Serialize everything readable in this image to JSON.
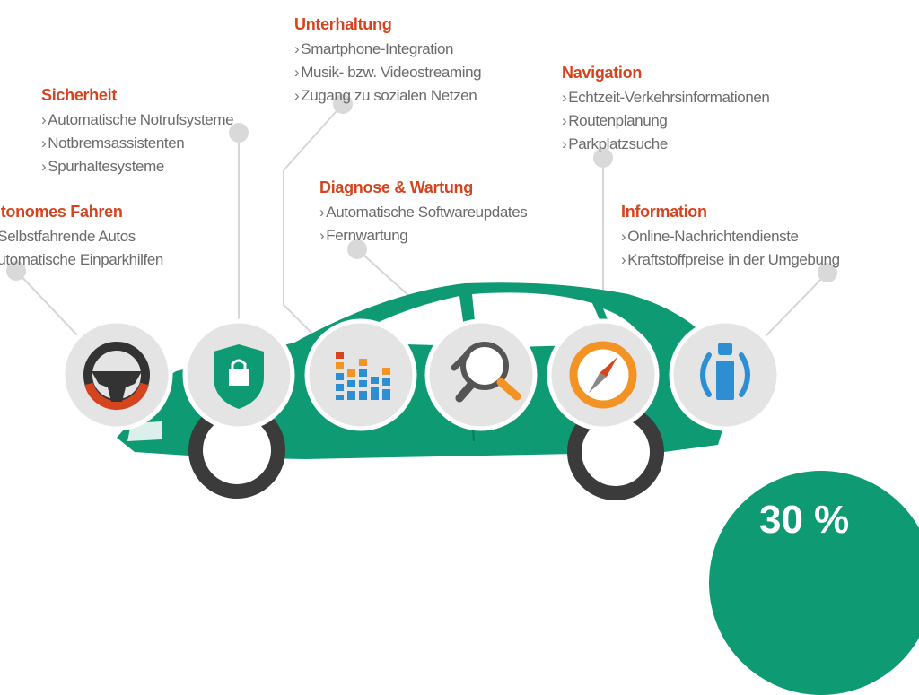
{
  "groups": {
    "autonom": {
      "title": "utonomes Fahren",
      "items": [
        "Selbstfahrende Autos",
        "utomatische Einparkhilfen"
      ]
    },
    "sicherheit": {
      "title": "Sicherheit",
      "items": [
        "Automatische Notrufsysteme",
        "Notbremsassistenten",
        "Spurhaltesysteme"
      ]
    },
    "unterhaltung": {
      "title": "Unterhaltung",
      "items": [
        "Smartphone-Integration",
        "Musik- bzw. Videostreaming",
        "Zugang zu sozialen Netzen"
      ]
    },
    "diagnose": {
      "title": "Diagnose & Wartung",
      "items": [
        "Automatische Softwareupdates",
        "Fernwartung"
      ]
    },
    "navigation": {
      "title": "Navigation",
      "items": [
        "Echtzeit-Verkehrsinformationen",
        "Routenplanung",
        "Parkplatzsuche"
      ]
    },
    "information": {
      "title": "Information",
      "items": [
        "Online-Nachrichtendienste",
        "Kraftstoffpreise in der Umgebung"
      ]
    }
  },
  "stat": {
    "value": "30 %"
  },
  "icons": [
    "steering-wheel-icon",
    "shield-lock-icon",
    "equalizer-icon",
    "magnifier-wrench-icon",
    "compass-icon",
    "info-icon"
  ],
  "colors": {
    "accent": "#d4451f",
    "car": "#0e9a73",
    "text": "#6b6b6b",
    "icon_bg": "#e4e4e4",
    "orange": "#f39323",
    "blue": "#2d8fd1"
  }
}
